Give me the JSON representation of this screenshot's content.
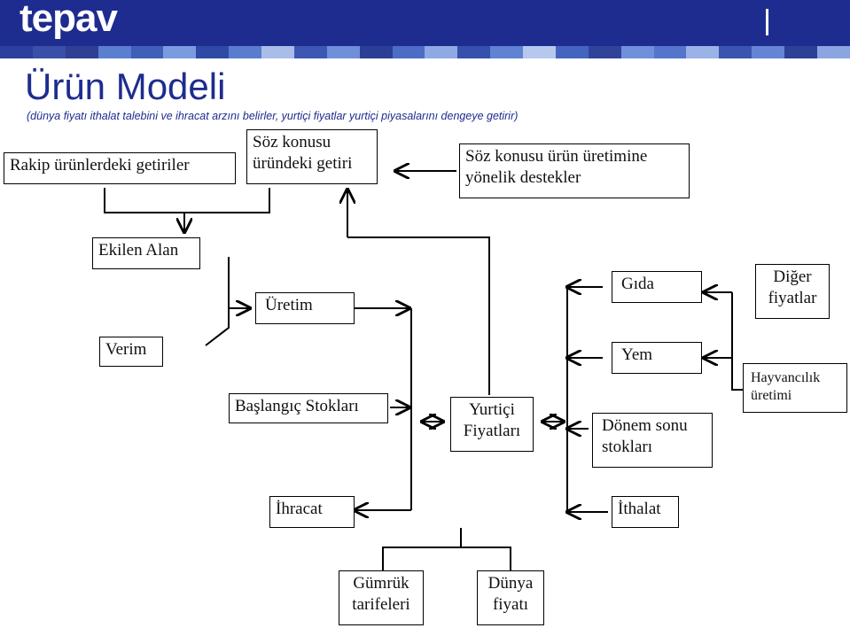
{
  "header": {
    "brand": "tepav"
  },
  "strip_colors": [
    "#2c3f9e",
    "#3a4fa8",
    "#2e3f94",
    "#5b7fd0",
    "#3f5fb8",
    "#7b9be0",
    "#2e4aa5",
    "#5a7ccf",
    "#a9bde8",
    "#3c58b4",
    "#6f8fd8",
    "#2a3e96",
    "#4d6cc4",
    "#8ea9e4",
    "#3550ad",
    "#5f82d3",
    "#b7c8ee",
    "#4465bf",
    "#2f4499",
    "#7090dc",
    "#5375cb",
    "#9ab2e6",
    "#3a55b0",
    "#6584d5",
    "#2c4096",
    "#8aa5e2"
  ],
  "title": "Ürün Modeli",
  "subtitle": "(dünya fiyatı ithalat talebini ve ihracat arzını belirler, yurtiçi fiyatlar yurtiçi piyasalarını dengeye getirir)",
  "boxes": {
    "rakip": "Rakip ürünlerdeki getiriler",
    "soz_line1": "Söz konusu",
    "soz_line2": "üründeki getiri",
    "destek_line1": "Söz konusu ürün üretimine",
    "destek_line2": "yönelik destekler",
    "ekilen_alan": "Ekilen Alan",
    "uretim": "Üretim",
    "verim": "Verim",
    "baslangic_stoklari": "Başlangıç Stokları",
    "yurtici_line1": "Yurtiçi",
    "yurtici_line2": "Fiyatları",
    "gida": "Gıda",
    "diger_line1": "Diğer",
    "diger_line2": "fiyatlar",
    "yem": "Yem",
    "hayvancilik_line1": "Hayvancılık",
    "hayvancilik_line2": "üretimi",
    "donem_line1": "Dönem sonu",
    "donem_line2": "stokları",
    "ihracat": "İhracat",
    "ithalat": "İthalat",
    "gumruk_line1": "Gümrük",
    "gumruk_line2": "tarifeleri",
    "dunya_line1": "Dünya",
    "dunya_line2": "fiyatı"
  }
}
